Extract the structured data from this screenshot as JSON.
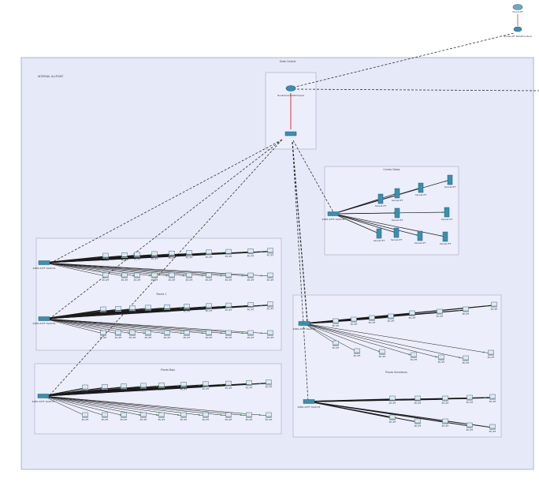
{
  "colors": {
    "building_fill": "#e6e9f8",
    "building_stroke": "#9da3c4",
    "zone_fill": "#eceefb",
    "zone_stroke": "#b6b9cf",
    "link_green": "#2e9b3e",
    "link_red": "#d23a3a",
    "device_blue": "#3a8fb0"
  },
  "building": {
    "title": "Sede Central"
  },
  "top_left_label": "INTERNAL ALLPOINT",
  "isp": {
    "cloud_label": "Cloud-PT",
    "router_label": "Router-PT  ParteFrontera"
  },
  "core_zone": {
    "router_label": "RouterCentralPrincipal",
    "switch_label": ""
  },
  "zones": [
    {
      "id": "servers",
      "title": "Centro Datos"
    },
    {
      "id": "floor1",
      "title": "Planta 1"
    },
    {
      "id": "floor2",
      "title": "Planta Baja"
    },
    {
      "id": "right_a",
      "title": ""
    },
    {
      "id": "right_b",
      "title": "Planta Servidores"
    }
  ],
  "switch_labels": {
    "sw_servers": "2960-24TT Switch0",
    "sw_f1a": "2960-24TT Switch1",
    "sw_f1b": "2960-24TT Switch2",
    "sw_f2": "2960-24TT Switch3",
    "sw_ra": "2960-24TT Switch4",
    "sw_rb": "2960-24TT Switch5"
  },
  "pc_label": "PC-PT",
  "server_label": "Server-PT"
}
